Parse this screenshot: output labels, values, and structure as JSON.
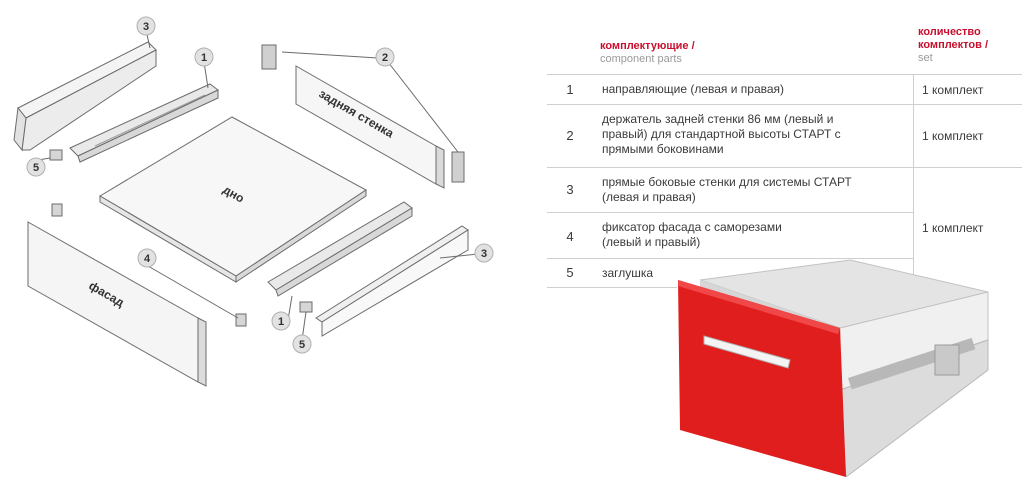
{
  "diagram": {
    "part_labels": {
      "bottom": "дно",
      "back_wall": "задняя стенка",
      "facade": "фасад"
    },
    "callouts": [
      "1",
      "2",
      "3",
      "4",
      "5"
    ]
  },
  "table": {
    "col_parts_ru": "комплектующие /",
    "col_parts_en": "component parts",
    "col_qty_ru_line1": "количество",
    "col_qty_ru_line2": "комплектов /",
    "col_qty_en": "set",
    "rows": [
      {
        "num": "1",
        "lines": [
          "направляющие (левая и правая)"
        ],
        "qty": "1 комплект"
      },
      {
        "num": "2",
        "lines": [
          "держатель задней стенки 86 мм (левый и",
          "правый) для стандартной высоты СТАРТ с",
          "прямыми боковинами"
        ],
        "qty": "1 комплект"
      },
      {
        "num": "3",
        "lines": [
          "прямые боковые стенки для системы СТАРТ",
          "(левая и правая)"
        ],
        "qty": ""
      },
      {
        "num": "4",
        "lines": [
          "фиксатор фасада с саморезами",
          "(левый и правый)"
        ],
        "qty": "1 комплект"
      },
      {
        "num": "5",
        "lines": [
          "заглушка"
        ],
        "qty": ""
      }
    ]
  },
  "colors": {
    "accent": "#c8102e",
    "facade_red": "#e01e1e",
    "line_gray": "#cfcfcf",
    "text": "#3a3a3a"
  }
}
